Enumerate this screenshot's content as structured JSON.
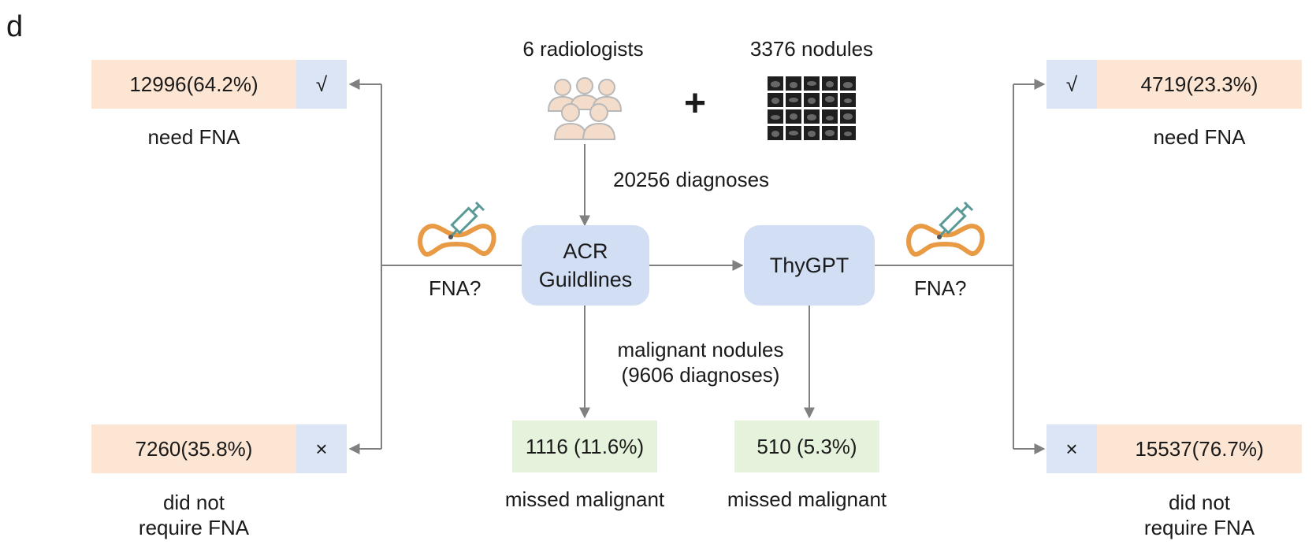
{
  "panel_label": "d",
  "inputs": {
    "radiologists_label": "6 radiologists",
    "plus_sign": "+",
    "nodules_label": "3376 nodules",
    "diagnoses_label": "20256 diagnoses"
  },
  "process": {
    "acr_line1": "ACR",
    "acr_line2": "Guildlines",
    "thygpt": "ThyGPT"
  },
  "fna_question": "FNA?",
  "malignant": {
    "line1": "malignant nodules",
    "line2": "(9606 diagnoses)"
  },
  "acr_outcomes": {
    "need_value": "12996(64.2%)",
    "need_mark": "√",
    "need_label": "need FNA",
    "notreq_value": "7260(35.8%)",
    "notreq_mark": "×",
    "notreq_line1": "did not",
    "notreq_line2": "require FNA",
    "missed_value": "1116 (11.6%)",
    "missed_label": "missed malignant"
  },
  "thygpt_outcomes": {
    "need_value": "4719(23.3%)",
    "need_mark": "√",
    "need_label": "need FNA",
    "notreq_value": "15537(76.7%)",
    "notreq_mark": "×",
    "notreq_line1": "did not",
    "notreq_line2": "require FNA",
    "missed_value": "510 (5.3%)",
    "missed_label": "missed malignant"
  },
  "colors": {
    "peach": "#fde5d3",
    "check_blue": "#dbe5f6",
    "process_blue": "#d2def4",
    "green": "#e5f3dc",
    "arrow_gray": "#808080",
    "people_fill": "#f4dccb",
    "people_stroke": "#b8b8b8",
    "thyroid_orange": "#e89a45",
    "syringe_teal": "#5a9a96"
  },
  "icons": [
    "people-group-icon",
    "ultrasound-grid-icon",
    "thyroid-needle-icon"
  ]
}
